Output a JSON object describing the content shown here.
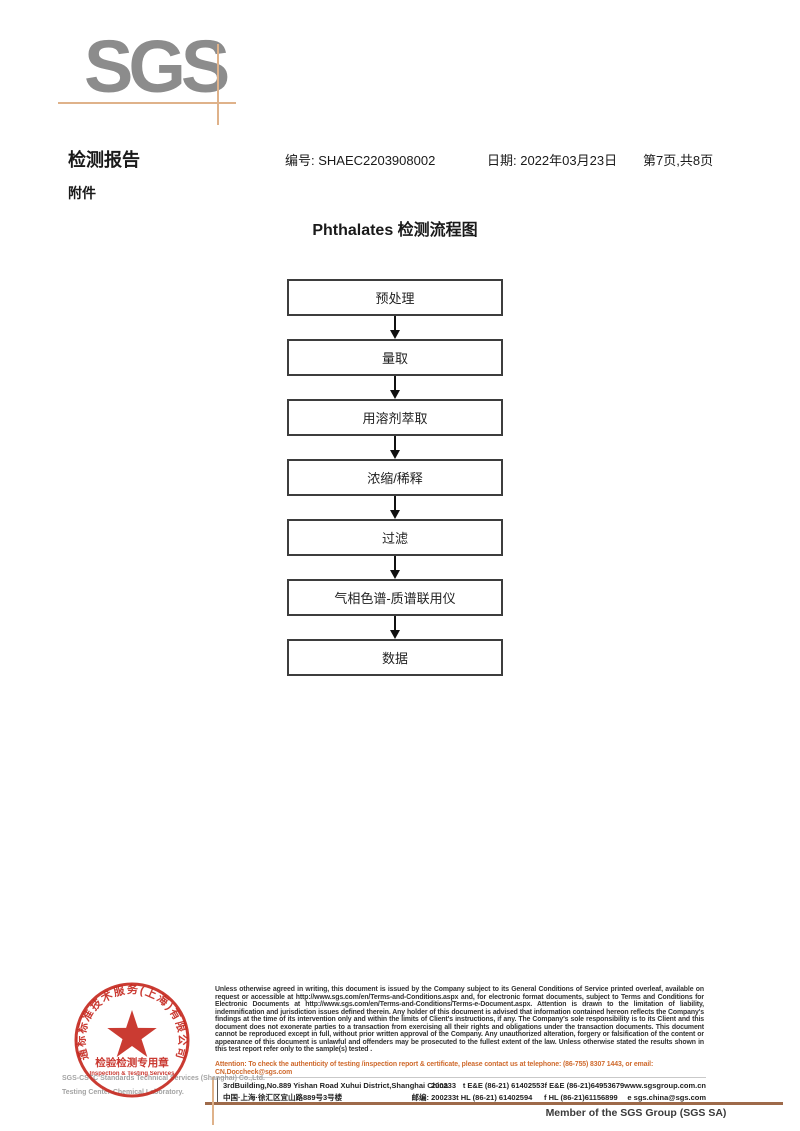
{
  "logo": {
    "text": "SGS"
  },
  "header": {
    "report_title": "检测报告",
    "report_no": "编号: SHAEC2203908002",
    "report_date": "日期: 2022年03月23日",
    "page_info": "第7页,共8页",
    "attachment_label": "附件"
  },
  "flowchart": {
    "title": "Phthalates 检测流程图",
    "steps": [
      {
        "label": "预处理"
      },
      {
        "label": "量取"
      },
      {
        "label": "用溶剂萃取"
      },
      {
        "label": "浓缩/稀释"
      },
      {
        "label": "过滤"
      },
      {
        "label": "气相色谱-质谱联用仪"
      },
      {
        "label": "数据"
      }
    ]
  },
  "stamp": {
    "arc_text": "通标标准技术服务(上海)有限公司",
    "center_line1": "检验检测专用章",
    "center_line2": "Inspection & Testing Services",
    "color": "#c62a21"
  },
  "footer": {
    "company_line1": "SGS-CSTC Standards Technical Services (Shanghai) Co.,Ltd.",
    "company_line2": "Testing Center-Chemical Laboratory.",
    "legal_text": "Unless otherwise agreed in writing, this document is issued by the Company subject to its General Conditions of Service printed overleaf, available on request or accessible at http://www.sgs.com/en/Terms-and-Conditions.aspx and, for electronic format documents, subject to Terms and Conditions for Electronic Documents at http://www.sgs.com/en/Terms-and-Conditions/Terms-e-Document.aspx. Attention is drawn to the limitation of liability, indemnification and jurisdiction issues defined therein. Any holder of this document is advised that information contained hereon reflects the Company's findings at the time of its intervention only and within the limits of Client's instructions, if any. The Company's sole responsibility is to its Client and this document does not exonerate parties to a transaction from exercising all their rights and obligations under the transaction documents. This document cannot be reproduced except in full, without prior written approval of the Company. Any unauthorized alteration, forgery or falsification of the content or appearance of this document is unlawful and offenders may be prosecuted to the fullest extent of the law. Unless otherwise stated the results shown in this test report refer only to the sample(s) tested .",
    "attention_text": "Attention: To check the authenticity of testing /inspection report & certificate, please contact us at telephone: (86-755) 8307 1443, or email: CN.Doccheck@sgs.com",
    "address_en": "3rdBuilding,No.889 Yishan Road Xuhui District,Shanghai China",
    "postal_en": "200233",
    "tel_en": "t E&E (86-21) 61402553",
    "fax_en": "f E&E (86-21)64953679",
    "website": "www.sgsgroup.com.cn",
    "address_cn": "中国·上海·徐汇区宜山路889号3号楼",
    "postal_cn": "邮编: 200233",
    "tel_cn": "t HL (86-21) 61402594",
    "fax_cn": "f HL (86-21)61156899",
    "email": "e sgs.china@sgs.com",
    "member_text": "Member of the SGS Group (SGS SA)"
  }
}
